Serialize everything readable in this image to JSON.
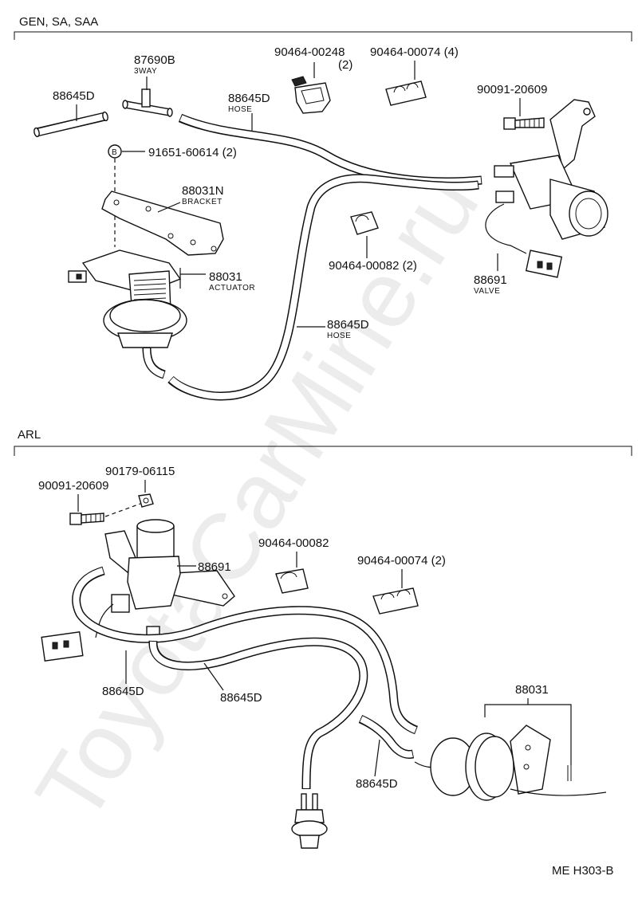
{
  "watermark": "ToyotaCarMine.ru",
  "figure_code": "ME H303-B",
  "sections": [
    {
      "title": "GEN, SA, SAA",
      "labels": [
        {
          "code": "88645D",
          "desc": ""
        },
        {
          "code": "87690B",
          "desc": "3WAY"
        },
        {
          "code": "88645D",
          "desc": "HOSE"
        },
        {
          "code": "90464-00248",
          "qty": "(2)"
        },
        {
          "code": "90464-00074 (4)"
        },
        {
          "code": "90091-20609"
        },
        {
          "code": "91651-60614 (2)",
          "marker": "B"
        },
        {
          "code": "88031N",
          "desc": "BRACKET"
        },
        {
          "code": "90464-00082 (2)"
        },
        {
          "code": "88031",
          "desc": "ACTUATOR"
        },
        {
          "code": "88691",
          "desc": "VALVE"
        },
        {
          "code": "88645D",
          "desc": "HOSE"
        }
      ]
    },
    {
      "title": "ARL",
      "labels": [
        {
          "code": "90179-06115"
        },
        {
          "code": "90091-20609"
        },
        {
          "code": "88691"
        },
        {
          "code": "90464-00082"
        },
        {
          "code": "90464-00074 (2)"
        },
        {
          "code": "88645D"
        },
        {
          "code": "88645D"
        },
        {
          "code": "88031"
        },
        {
          "code": "88645D"
        }
      ]
    }
  ]
}
